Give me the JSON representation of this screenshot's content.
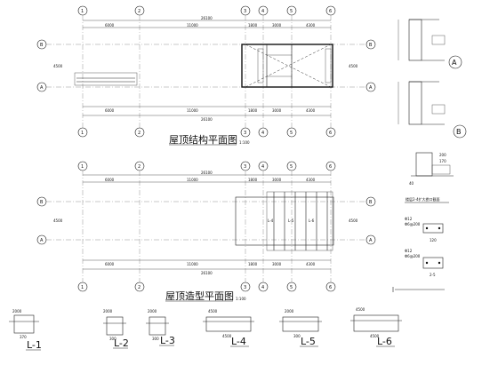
{
  "plan1": {
    "title": "屋顶结构平面图",
    "scale": "1:100",
    "axes_top": [
      "1",
      "2",
      "3",
      "4",
      "5",
      "6"
    ],
    "axes_side": [
      "B",
      "A"
    ],
    "dim_top_spans": [
      "6000",
      "11000",
      "1800",
      "3000",
      "4300"
    ],
    "dim_top_total": "26100",
    "dim_bottom_spans": [
      "6000",
      "11000",
      "1800",
      "3000",
      "4300"
    ],
    "dim_bottom_total": "26100",
    "dim_left": "4500",
    "dim_right": "4500"
  },
  "plan2": {
    "title": "屋顶造型平面图",
    "scale": "1:100",
    "axes_top": [
      "1",
      "2",
      "3",
      "4",
      "5",
      "6"
    ],
    "axes_side": [
      "B",
      "A"
    ],
    "dim_top_spans": [
      "6000",
      "11000",
      "1800",
      "3000",
      "4300"
    ],
    "dim_top_total": "26100",
    "dim_bottom_spans": [
      "6000",
      "11000",
      "1800",
      "3000",
      "4300"
    ],
    "dim_bottom_total": "26100",
    "dim_left": "4500",
    "dim_right": "4500",
    "beam_tags": [
      "L-4",
      "L-5",
      "L-6"
    ]
  },
  "details": {
    "section_a_label": "A",
    "section_b_label": "B",
    "note_mid": "楼层2-4扩大檐口截面",
    "mid_dims": [
      "200",
      "170",
      "40"
    ],
    "steel_1": "Φ12",
    "steel_1b": "Φ6@200",
    "steel_2": "Φ12",
    "steel_2b": "Φ6@200",
    "dim_small": "120",
    "dim_small2": "2-5"
  },
  "beam_sections": [
    {
      "label": "L-1",
      "dims": [
        "2000",
        "370"
      ]
    },
    {
      "label": "L-2",
      "dims": [
        "2000",
        "300"
      ]
    },
    {
      "label": "L-3",
      "dims": [
        "2000",
        "300"
      ]
    },
    {
      "label": "L-4",
      "dims": [
        "4500",
        "4500"
      ]
    },
    {
      "label": "L-5",
      "dims": [
        "2000",
        "300"
      ]
    },
    {
      "label": "L-6",
      "dims": [
        "4500",
        "4500"
      ]
    }
  ]
}
